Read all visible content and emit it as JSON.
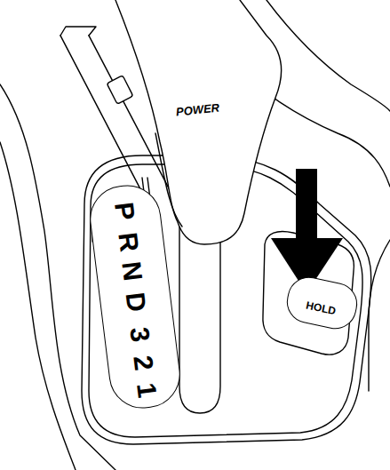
{
  "diagram": {
    "nodes": [
      {
        "text": [
          "P",
          "R",
          "N",
          "D",
          "3",
          "2",
          "1"
        ]
      },
      {
        "text": [
          "HOLD"
        ]
      }
    ],
    "labels": [
      "POWER"
    ]
  }
}
